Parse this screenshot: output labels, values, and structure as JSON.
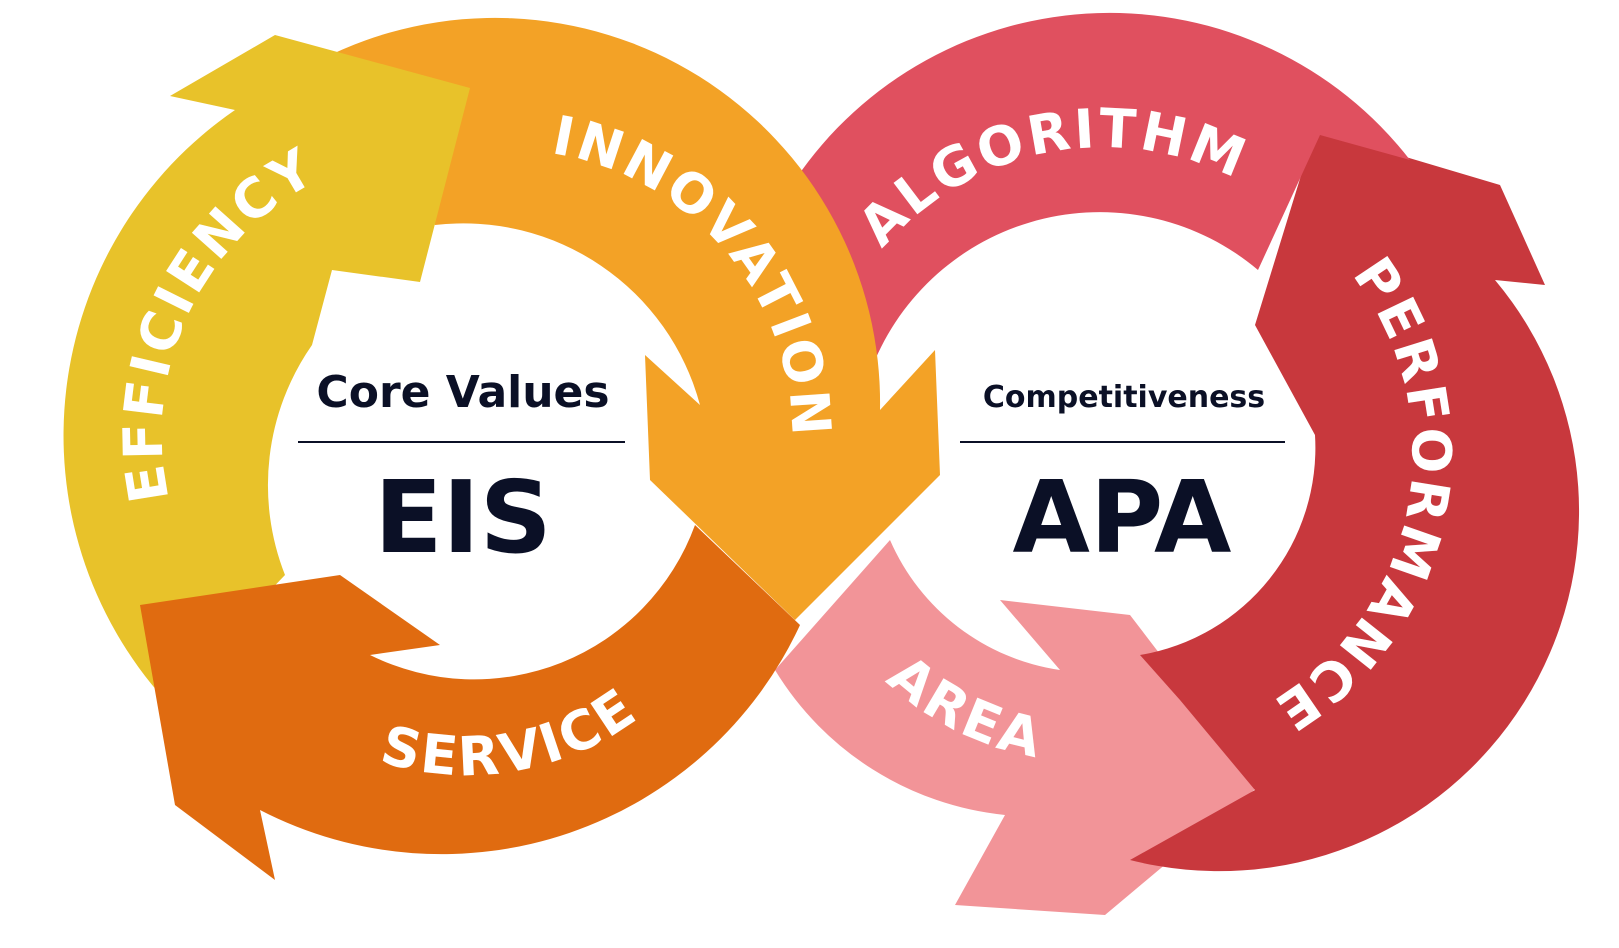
{
  "left_cycle": {
    "title": "Core Values",
    "abbr": "EIS",
    "segments": [
      {
        "label": "EFFICIENCY",
        "color": "#E8C22A"
      },
      {
        "label": "INNOVATION",
        "color": "#F3A226"
      },
      {
        "label": "SERVICE",
        "color": "#E06B10"
      }
    ]
  },
  "right_cycle": {
    "title": "Competitiveness",
    "abbr": "APA",
    "segments": [
      {
        "label": "ALGORITHM",
        "color": "#E0505F"
      },
      {
        "label": "PERFORMANCE",
        "color": "#C8383D"
      },
      {
        "label": "AREA",
        "color": "#F29498"
      }
    ]
  },
  "colors": {
    "text_dark": "#0b1026",
    "label_text": "#ffffff"
  }
}
